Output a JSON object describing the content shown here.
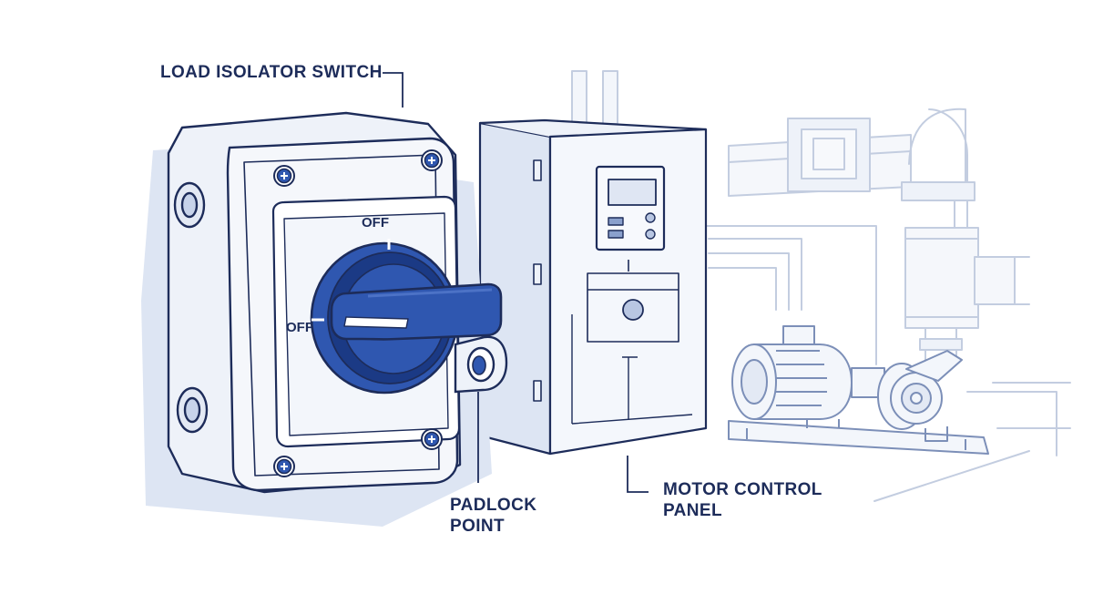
{
  "labels": {
    "isolator": "LOAD ISOLATOR SWITCH",
    "padlock": "PADLOCK POINT",
    "motor_panel": "MOTOR CONTROL PANEL"
  },
  "switch": {
    "top_position": "OFF",
    "left_position": "OFF"
  },
  "colors": {
    "ink": "#1d2c5a",
    "accent": "#2f57b0",
    "accent_dark": "#1b3a85",
    "shadow": "#dde5f3",
    "panel_fill": "#eef2f9",
    "line_light": "#c3cde0"
  },
  "icons": [
    "screw-icon",
    "rotary-switch-icon",
    "padlock-loop-icon",
    "display-icon",
    "motor-icon",
    "pump-icon"
  ]
}
